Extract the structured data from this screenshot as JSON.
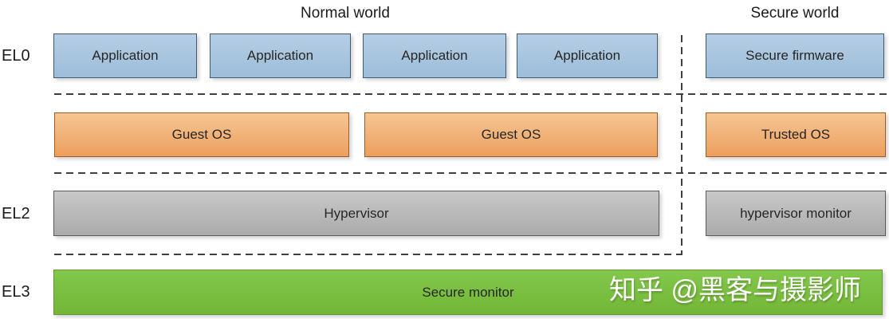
{
  "titles": {
    "normal_world": "Normal world",
    "secure_world": "Secure world"
  },
  "exception_levels": {
    "el0": "EL0",
    "el2": "EL2",
    "el3": "EL3"
  },
  "boxes": {
    "applications": [
      "Application",
      "Application",
      "Application",
      "Application"
    ],
    "secure_firmware": "Secure firmware",
    "guest_os": [
      "Guest OS",
      "Guest OS"
    ],
    "trusted_os": "Trusted OS",
    "hypervisor": "Hypervisor",
    "hypervisor_monitor": "hypervisor monitor",
    "secure_monitor": "Secure monitor"
  },
  "watermark": "知乎 @黑客与摄影师",
  "colors": {
    "application_fill": "#a9c6e1",
    "application_border": "#3d5a76",
    "os_fill": "#f0ab70",
    "os_border": "#a35b24",
    "hypervisor_fill": "#bdbdbd",
    "hypervisor_border": "#5a5a5a",
    "monitor_fill": "#7cc142",
    "monitor_border": "#679733",
    "dashed_line": "#3f3f3f",
    "background": "#ffffff"
  }
}
